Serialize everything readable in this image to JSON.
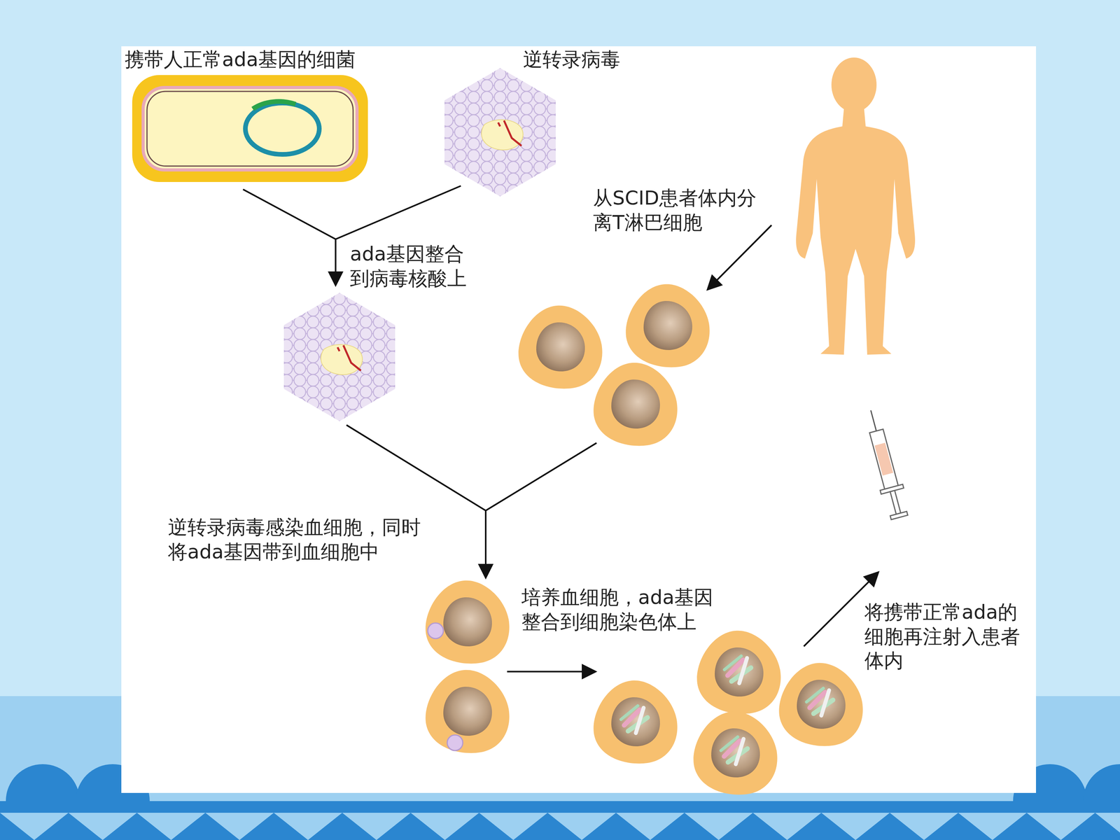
{
  "diagram": {
    "labels": [
      "携带人正常ada基因的细菌",
      "逆转录病毒",
      "从SCID患者体内分离T淋巴细胞",
      "ada基因整合到病毒核酸上",
      "逆转录病毒感染血细胞，同时将ada基因带到血细胞中",
      "培养血细胞，ada基因整合到细胞染色体上",
      "将携带正常ada的细胞再注射入患者体内"
    ]
  }
}
